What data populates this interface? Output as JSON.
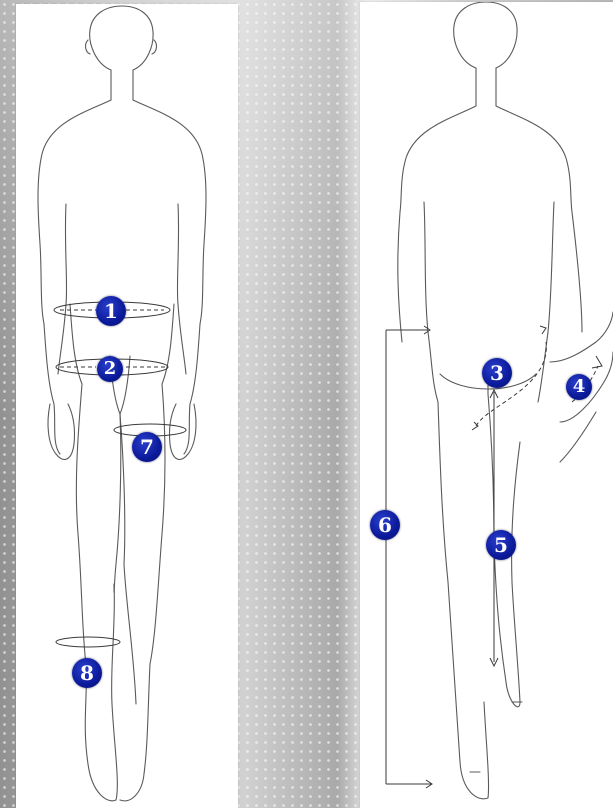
{
  "markers": {
    "m1": "1",
    "m2": "2",
    "m3": "3",
    "m4": "4",
    "m5": "5",
    "m6": "6",
    "m7": "7",
    "m8": "8"
  },
  "colors": {
    "marker_fill": "#0b1a9a",
    "marker_text": "#ffffff",
    "outline": "#5a5a5a",
    "panel": "#ffffff"
  }
}
